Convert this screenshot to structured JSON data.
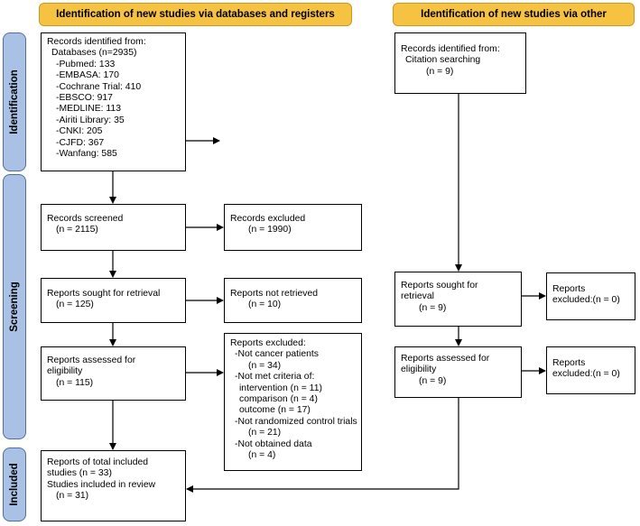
{
  "headers": {
    "databases": "Identification of new studies via databases and registers",
    "other": "Identification of new studies via other"
  },
  "phases": {
    "identification": "Identification",
    "screening": "Screening",
    "included": "Included"
  },
  "boxes": {
    "records_identified": {
      "title": "Records identified from:",
      "databases": "Databases (n=2935)",
      "items": [
        "-Pubmed: 133",
        "-EMBASA: 170",
        "-Cochrane Trial: 410",
        "-EBSCO: 917",
        "-MEDLINE: 113",
        "-Airiti Library: 35",
        "-CNKI: 205",
        "-CJFD: 367",
        "-Wanfang: 585"
      ]
    },
    "records_other": {
      "title": "Records identified from:",
      "source": "Citation searching",
      "n": "(n = 9)"
    },
    "records_screened": {
      "title": "Records screened",
      "n": "(n = 2115)"
    },
    "records_excluded": {
      "title": "Records excluded",
      "n": "(n = 1990)"
    },
    "sought_db": {
      "title": "Reports sought for retrieval",
      "n": "(n = 125)"
    },
    "not_retrieved": {
      "title": "Reports not retrieved",
      "n": "(n = 10)"
    },
    "sought_other": {
      "line1": "Reports sought for",
      "line2": "retrieval",
      "n": "(n = 9)"
    },
    "excluded_other_1": {
      "line1": "Reports",
      "line2": "excluded:(n = 0)"
    },
    "assessed_db": {
      "line1": "Reports assessed for",
      "line2": "eligibility",
      "n": "(n = 115)"
    },
    "reports_excluded": {
      "title": "Reports excluded:",
      "r1": "-Not cancer patients",
      "r1n": "(n = 34)",
      "r2": "-Not met criteria of:",
      "r2a": "intervention (n = 11)",
      "r2b": "comparison (n = 4)",
      "r2c": "outcome (n = 17)",
      "r3": "-Not randomized control trials",
      "r3n": "(n = 21)",
      "r4": "-Not obtained data",
      "r4n": "(n = 4)"
    },
    "assessed_other": {
      "line1": "Reports assessed for",
      "line2": "eligibility",
      "n": "(n = 9)"
    },
    "excluded_other_2": {
      "line1": "Reports",
      "line2": "excluded:(n = 0)"
    },
    "included": {
      "line1": "Reports of total included",
      "line2": "studies (n = 33)",
      "line3": "Studies included in review",
      "n": "(n = 31)"
    }
  }
}
